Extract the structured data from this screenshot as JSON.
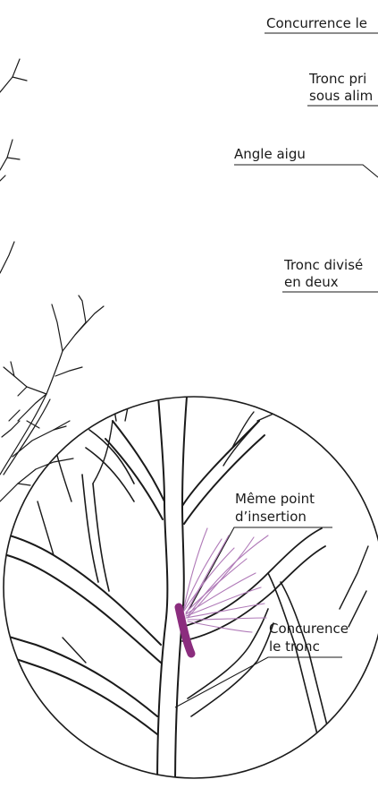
{
  "labels": {
    "concurrence_top": "Concurrence le",
    "tronc_principal_line1": "Tronc pri",
    "tronc_principal_line2": "sous alim",
    "angle_aigu": "Angle aigu",
    "tronc_divise_line1": "Tronc divisé",
    "tronc_divise_line2": "en deux",
    "meme_point_line1": "Même point",
    "meme_point_line2": "d’insertion",
    "concurence_tronc_line1": "Concurence",
    "concurence_tronc_line2": "le tronc"
  },
  "colors": {
    "ink": "#1a1a1a",
    "highlight": "#8b2d7e",
    "sprout": "#b07ab8"
  }
}
